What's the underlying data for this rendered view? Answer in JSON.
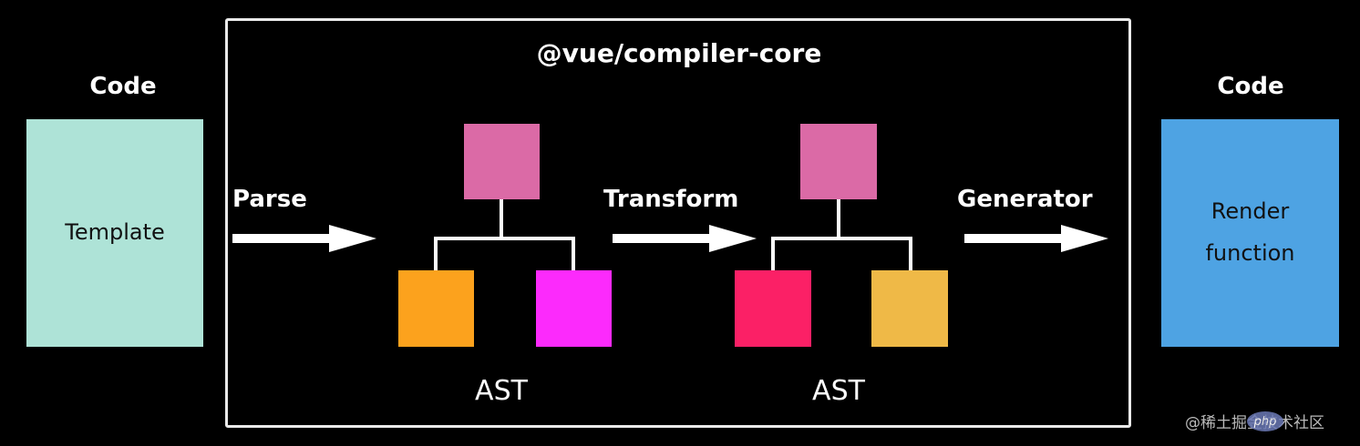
{
  "left": {
    "heading": "Code",
    "box_label": "Template",
    "color": "#aee3d7"
  },
  "right": {
    "heading": "Code",
    "box_label_line1": "Render",
    "box_label_line2": "function",
    "color": "#4ea3e3"
  },
  "core": {
    "title": "@vue/compiler-core"
  },
  "steps": {
    "parse": "Parse",
    "transform": "Transform",
    "generator": "Generator"
  },
  "ast1": {
    "label": "AST",
    "root_color": "#db6aa6",
    "left_color": "#fca21d",
    "right_color": "#fc2afc"
  },
  "ast2": {
    "label": "AST",
    "root_color": "#db6aa6",
    "left_color": "#fb2066",
    "right_color": "#efb947"
  },
  "watermark": {
    "text": "@稀土掘金技术社区",
    "logo": "php"
  }
}
